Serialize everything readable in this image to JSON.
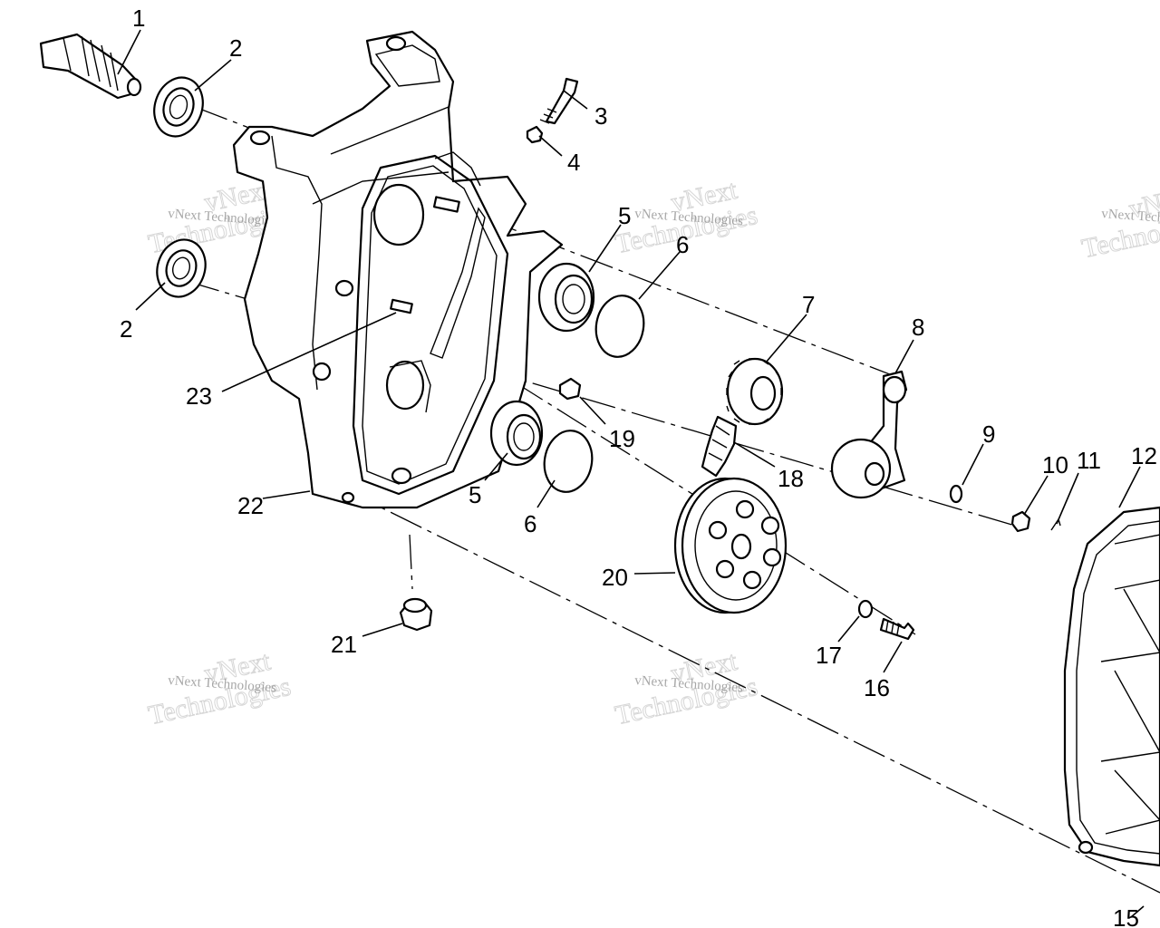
{
  "callouts": [
    {
      "id": "c1",
      "label": "1"
    },
    {
      "id": "c2a",
      "label": "2"
    },
    {
      "id": "c2b",
      "label": "2"
    },
    {
      "id": "c3",
      "label": "3"
    },
    {
      "id": "c4",
      "label": "4"
    },
    {
      "id": "c5a",
      "label": "5"
    },
    {
      "id": "c5b",
      "label": "5"
    },
    {
      "id": "c6a",
      "label": "6"
    },
    {
      "id": "c6b",
      "label": "6"
    },
    {
      "id": "c7",
      "label": "7"
    },
    {
      "id": "c8",
      "label": "8"
    },
    {
      "id": "c9",
      "label": "9"
    },
    {
      "id": "c10",
      "label": "10"
    },
    {
      "id": "c11",
      "label": "11"
    },
    {
      "id": "c12",
      "label": "12"
    },
    {
      "id": "c15",
      "label": "15"
    },
    {
      "id": "c16",
      "label": "16"
    },
    {
      "id": "c17",
      "label": "17"
    },
    {
      "id": "c18",
      "label": "18"
    },
    {
      "id": "c19",
      "label": "19"
    },
    {
      "id": "c20",
      "label": "20"
    },
    {
      "id": "c21",
      "label": "21"
    },
    {
      "id": "c22",
      "label": "22"
    },
    {
      "id": "c23",
      "label": "23"
    }
  ],
  "watermark": {
    "line1": "vNext Technologies",
    "line2": "vNext",
    "line3": "Technologies"
  }
}
